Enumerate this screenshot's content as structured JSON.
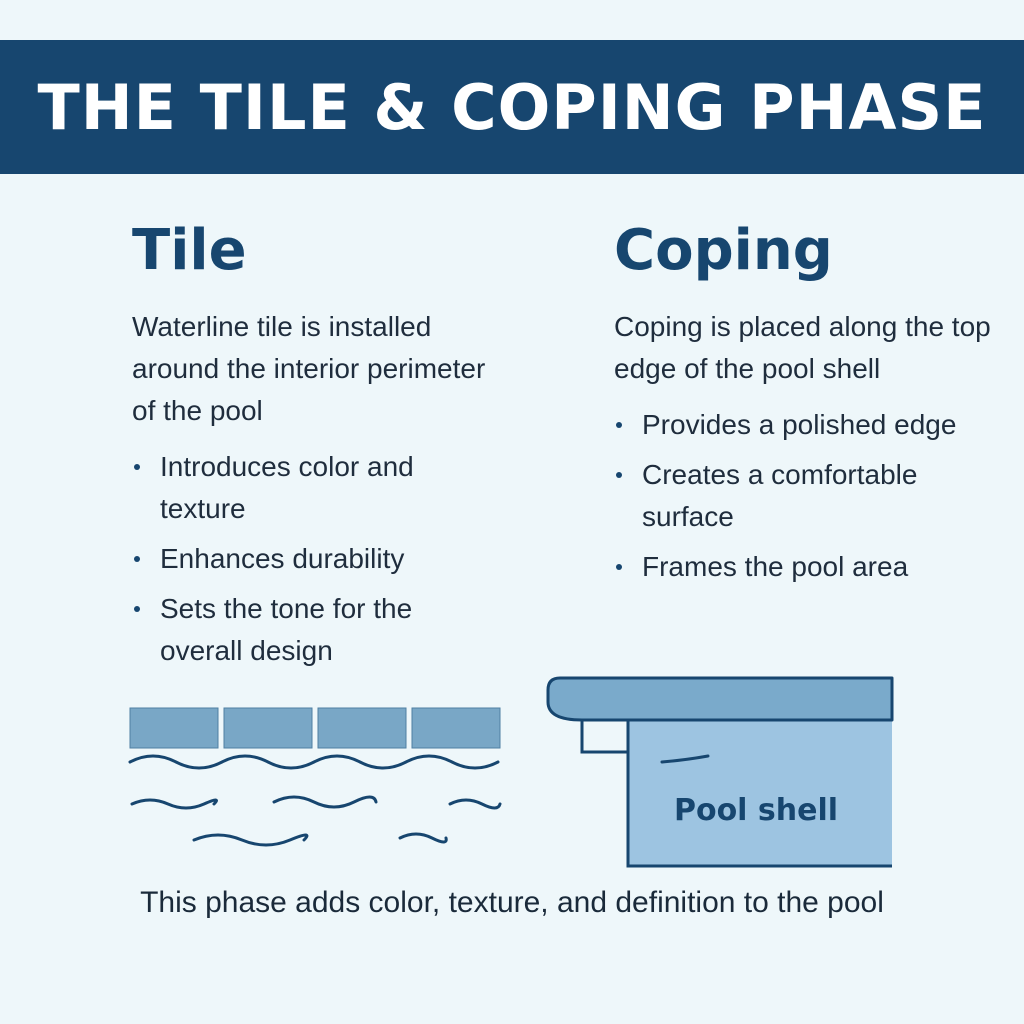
{
  "header": {
    "title": "THE TILE & COPING PHASE"
  },
  "tile": {
    "heading": "Tile",
    "intro": "Waterline tile is installed around the interior perimeter of the pool",
    "bullets": [
      "Introduces color and texture",
      "Enhances durability",
      "Sets the tone for the overall design"
    ]
  },
  "coping": {
    "heading": "Coping",
    "intro": "Coping is placed along the top edge of the pool shell",
    "bullets": [
      "Provides a polished edge",
      "Creates a comfortable surface",
      "Frames the pool area"
    ],
    "shell_label": "Pool shell"
  },
  "footer": {
    "caption": "This phase adds color, texture, and definition to the pool"
  },
  "colors": {
    "banner": "#17466f",
    "heading": "#17466f",
    "tile_fill": "#79a7c6",
    "coping_fill": "#7aaacb",
    "shell_fill": "#9dc4e1",
    "background": "#eef7fa"
  }
}
